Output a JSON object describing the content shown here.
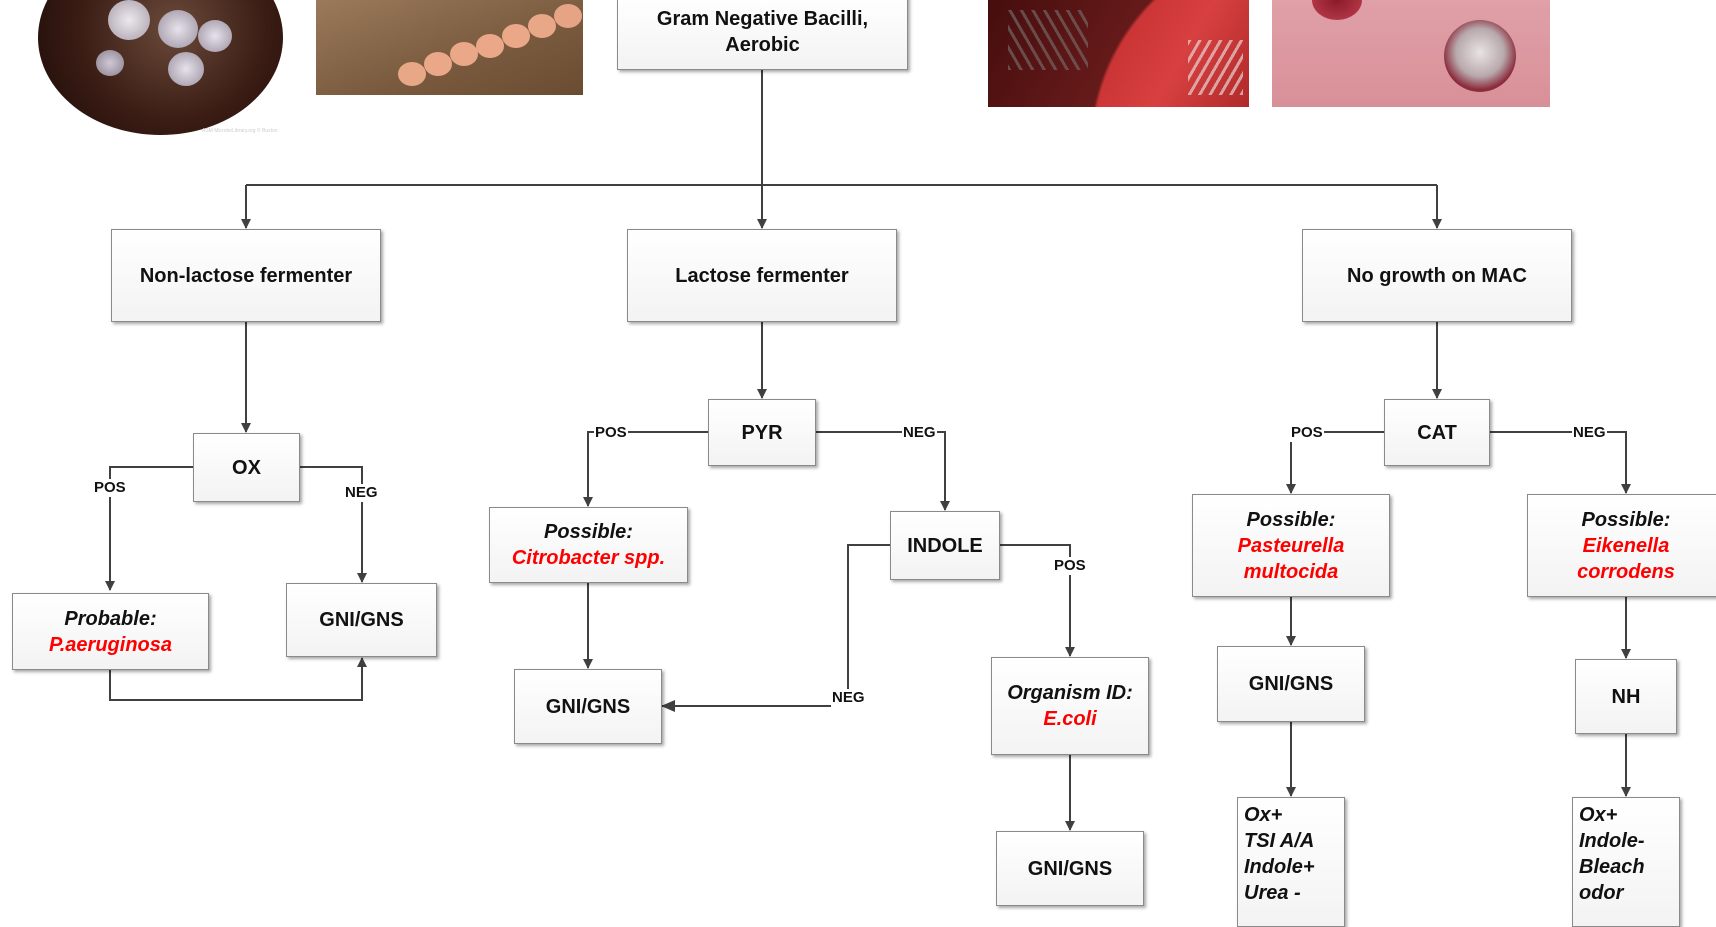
{
  "root": {
    "line1": "Gram Negative Bacilli,",
    "line2": "Aerobic"
  },
  "branches": {
    "nlf": "Non-lactose fermenter",
    "lf": "Lactose fermenter",
    "nomac": "No growth on MAC"
  },
  "tests": {
    "ox": "OX",
    "pyr": "PYR",
    "indole": "INDOLE",
    "cat": "CAT",
    "nh": "NH"
  },
  "edge_labels": {
    "pos": "POS",
    "neg": "NEG"
  },
  "results": {
    "paeruginosa": {
      "prefix": "Probable:",
      "organism": "P.aeruginosa"
    },
    "citrobacter": {
      "prefix": "Possible:",
      "organism": "Citrobacter spp."
    },
    "ecoli": {
      "prefix": "Organism ID:",
      "organism": "E.coli"
    },
    "pasteurella": {
      "prefix": "Possible:",
      "organism_line1": "Pasteurella",
      "organism_line2": "multocida"
    },
    "eikenella": {
      "prefix": "Possible:",
      "organism_line1": "Eikenella",
      "organism_line2": "corrodens"
    },
    "gni_gns": "GNI/GNS"
  },
  "notes": {
    "pasteurella": [
      "Ox+",
      "TSI A/A",
      "Indole+",
      "Urea -"
    ],
    "eikenella": [
      "Ox+",
      "Indole-",
      "Bleach",
      "odor"
    ]
  },
  "photo_credit": "ASM MicrobeLibrary.org © Buxton",
  "colors": {
    "organism": "#ff0000",
    "line": "#404040",
    "box_border": "#8a8a8a"
  }
}
